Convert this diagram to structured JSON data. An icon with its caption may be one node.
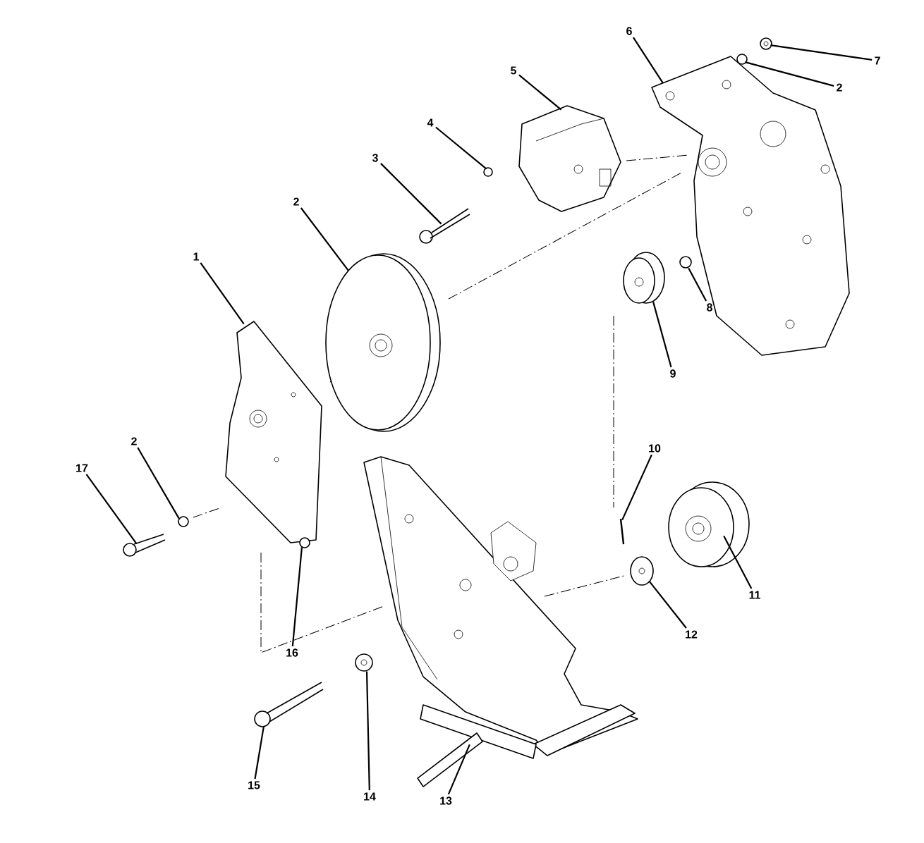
{
  "diagram": {
    "nodes": [
      {
        "text": [
          "1"
        ]
      },
      {
        "text": [
          "2"
        ]
      },
      {
        "text": [
          "3"
        ]
      },
      {
        "text": [
          "4"
        ]
      },
      {
        "text": [
          "5"
        ]
      },
      {
        "text": [
          "6"
        ]
      },
      {
        "text": [
          "7"
        ]
      },
      {
        "text": [
          "2"
        ]
      },
      {
        "text": [
          "8"
        ]
      },
      {
        "text": [
          "9"
        ]
      },
      {
        "text": [
          "10"
        ]
      },
      {
        "text": [
          "11"
        ]
      },
      {
        "text": [
          "12"
        ]
      },
      {
        "text": [
          "13"
        ]
      },
      {
        "text": [
          "14"
        ]
      },
      {
        "text": [
          "15"
        ]
      },
      {
        "text": [
          "16"
        ]
      },
      {
        "text": [
          "17"
        ]
      },
      {
        "text": [
          "2"
        ]
      },
      {
        "text": [],
        "shape": "picture"
      },
      {
        "text": [],
        "shape": "circle"
      },
      {
        "text": [],
        "shape": "picture"
      },
      {
        "text": [],
        "shape": "picture"
      },
      {
        "text": [],
        "shape": "circle"
      },
      {
        "text": [],
        "shape": "picture"
      },
      {
        "text": [],
        "shape": "picture"
      },
      {
        "text": [],
        "shape": "picture"
      },
      {
        "text": [],
        "shape": "picture"
      },
      {
        "text": [],
        "shape": "circle"
      },
      {
        "text": [],
        "shape": "picture"
      },
      {
        "text": [],
        "shape": "picture"
      },
      {
        "text": [],
        "shape": "picture"
      },
      {
        "text": [],
        "shape": "picture"
      },
      {
        "text": [],
        "shape": "circle"
      },
      {
        "text": [],
        "shape": "picture"
      },
      {
        "text": [],
        "shape": "picture"
      },
      {
        "text": [],
        "shape": "circle"
      },
      {
        "text": [],
        "shape": "picture"
      }
    ],
    "edges": [
      {
        "from": 0,
        "to": 21,
        "arrow": "none"
      },
      {
        "from": 1,
        "to": 25,
        "arrow": "none"
      },
      {
        "from": 2,
        "to": 26,
        "arrow": "none"
      },
      {
        "from": 3,
        "to": 28,
        "arrow": "none"
      },
      {
        "from": 4,
        "to": 29,
        "arrow": "none"
      },
      {
        "from": 5,
        "to": 35,
        "arrow": "none"
      },
      {
        "from": 6,
        "to": 37,
        "arrow": "none"
      },
      {
        "from": 7,
        "to": 36,
        "arrow": "none"
      },
      {
        "from": 8,
        "to": 33,
        "arrow": "none"
      },
      {
        "from": 9,
        "to": 32,
        "arrow": "none"
      },
      {
        "from": 10,
        "to": 30,
        "arrow": "none"
      },
      {
        "from": 11,
        "to": 34,
        "arrow": "none"
      },
      {
        "from": 12,
        "to": 31,
        "arrow": "none"
      },
      {
        "from": 13,
        "to": 27,
        "arrow": "none"
      },
      {
        "from": 14,
        "to": 24,
        "arrow": "none"
      },
      {
        "from": 15,
        "to": 22,
        "arrow": "none"
      },
      {
        "from": 16,
        "to": 23,
        "arrow": "none"
      },
      {
        "from": 17,
        "to": 19,
        "arrow": "none"
      },
      {
        "from": 18,
        "to": 20,
        "arrow": "none"
      }
    ]
  }
}
